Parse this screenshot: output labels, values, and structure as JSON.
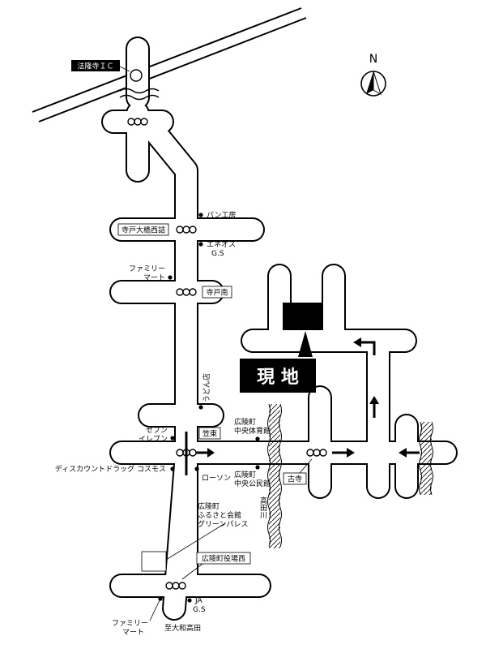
{
  "map": {
    "compass_label": "N",
    "interchange_label": "法隆寺ＩＣ",
    "destination_label": "現 地",
    "intersections": {
      "terado_ohashi_nishizume": "寺戸大橋西詰",
      "terado_minami": "寺戸南",
      "kasahigashi": "笠東",
      "furudera": "古寺",
      "koryo_yakuba_nishi": "広陵町役場西"
    },
    "landmarks": {
      "pan_kobo": "パン工房",
      "eneos_1": "エネオス",
      "eneos_2": "G.S",
      "familymart_top_1": "ファミリー",
      "familymart_top_2": "マート",
      "udon_1": "うどん",
      "udon_2": "店",
      "seven_1": "セブン",
      "seven_2": "イレブン",
      "cosmos": "ディスカウントドラッグ コスモス",
      "lawson": "ローソン",
      "gym_1": "広陵町",
      "gym_2": "中央体育館",
      "hall_1": "広陵町",
      "hall_2": "中央公民館",
      "river": "高田川",
      "furusato_1": "広陵町",
      "furusato_2": "ふるさと会館",
      "furusato_3": "グリーンパレス",
      "ja_1": "JA",
      "ja_2": "G.S",
      "familymart_bottom_1": "ファミリー",
      "familymart_bottom_2": "マート",
      "to_yamato_takada": "至大和高田"
    }
  }
}
